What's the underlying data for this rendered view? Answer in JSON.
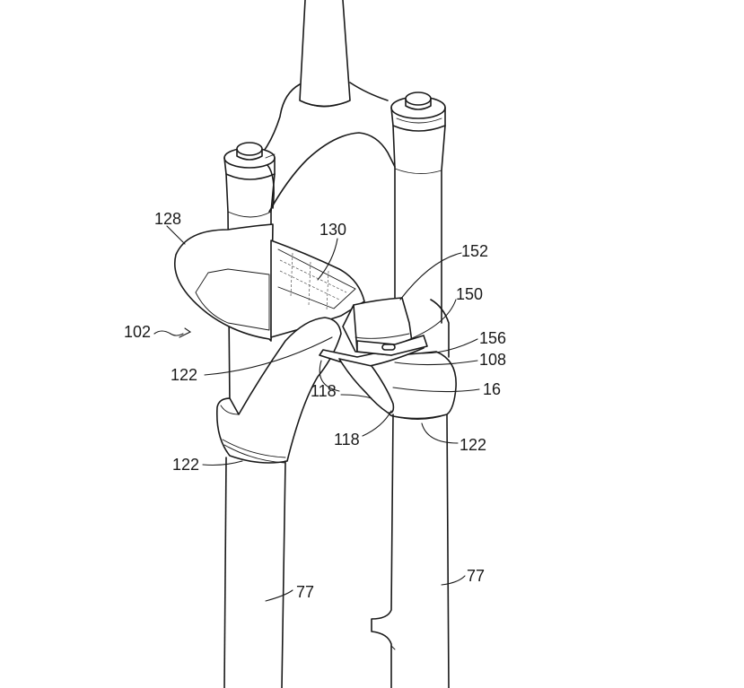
{
  "labels": {
    "l128": "128",
    "l130": "130",
    "l152": "152",
    "l150": "150",
    "l102": "102",
    "l156": "156",
    "l108": "108",
    "l122a": "122",
    "l118a": "118",
    "l16": "16",
    "l118b": "118",
    "l122b": "122",
    "l122c": "122",
    "l77a": "77",
    "l77b": "77"
  },
  "colors": {
    "ink": "#1a1a1a",
    "paper": "#ffffff"
  }
}
